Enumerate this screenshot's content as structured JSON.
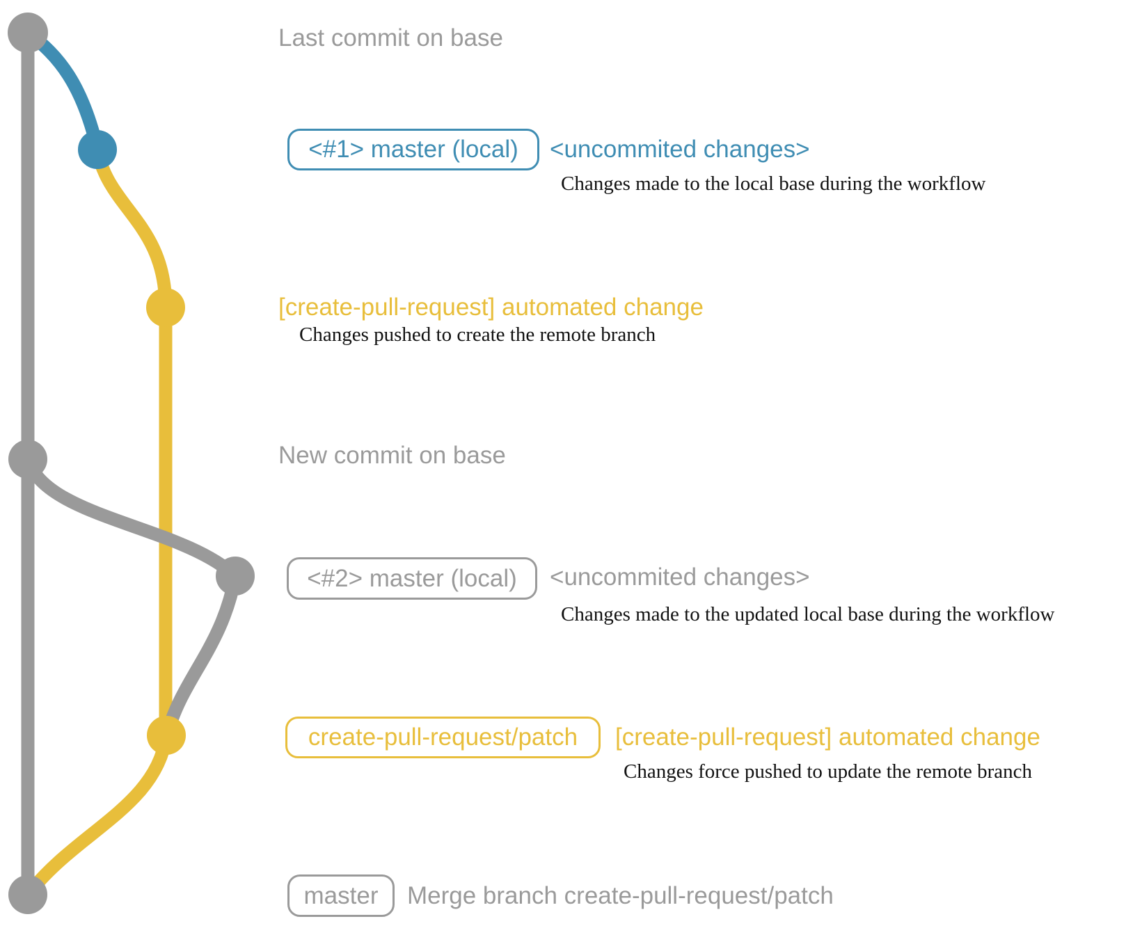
{
  "colors": {
    "gray": "#9a9a9a",
    "blue": "#3f8db3",
    "yellow": "#e8be3b",
    "caption": "#111111",
    "background": "#ffffff"
  },
  "graph": {
    "lanes": [
      "base",
      "remote-branch"
    ],
    "commit_nodes": [
      {
        "id": "last-commit-on-base",
        "color": "gray"
      },
      {
        "id": "local-commit-1",
        "color": "blue"
      },
      {
        "id": "remote-branch-commit-1",
        "color": "yellow"
      },
      {
        "id": "new-commit-on-base",
        "color": "gray"
      },
      {
        "id": "local-commit-2",
        "color": "gray"
      },
      {
        "id": "remote-branch-commit-2",
        "color": "yellow"
      },
      {
        "id": "merge-commit",
        "color": "gray"
      }
    ]
  },
  "annotations": {
    "r1": {
      "heading": "Last commit on base"
    },
    "r2": {
      "badge": "<#1> master (local)",
      "note": "<uncommited changes>",
      "caption": "Changes made to the local base during the workflow"
    },
    "r3": {
      "heading": "[create-pull-request] automated change",
      "caption": "Changes pushed to create the remote branch"
    },
    "r4": {
      "heading": "New commit on base"
    },
    "r5": {
      "badge": "<#2> master (local)",
      "note": "<uncommited changes>",
      "caption": "Changes made to the updated local base during the workflow"
    },
    "r6": {
      "badge": "create-pull-request/patch",
      "note": "[create-pull-request] automated change",
      "caption": "Changes force pushed to update the remote branch"
    },
    "r7": {
      "badge": "master",
      "note": "Merge branch create-pull-request/patch"
    }
  }
}
